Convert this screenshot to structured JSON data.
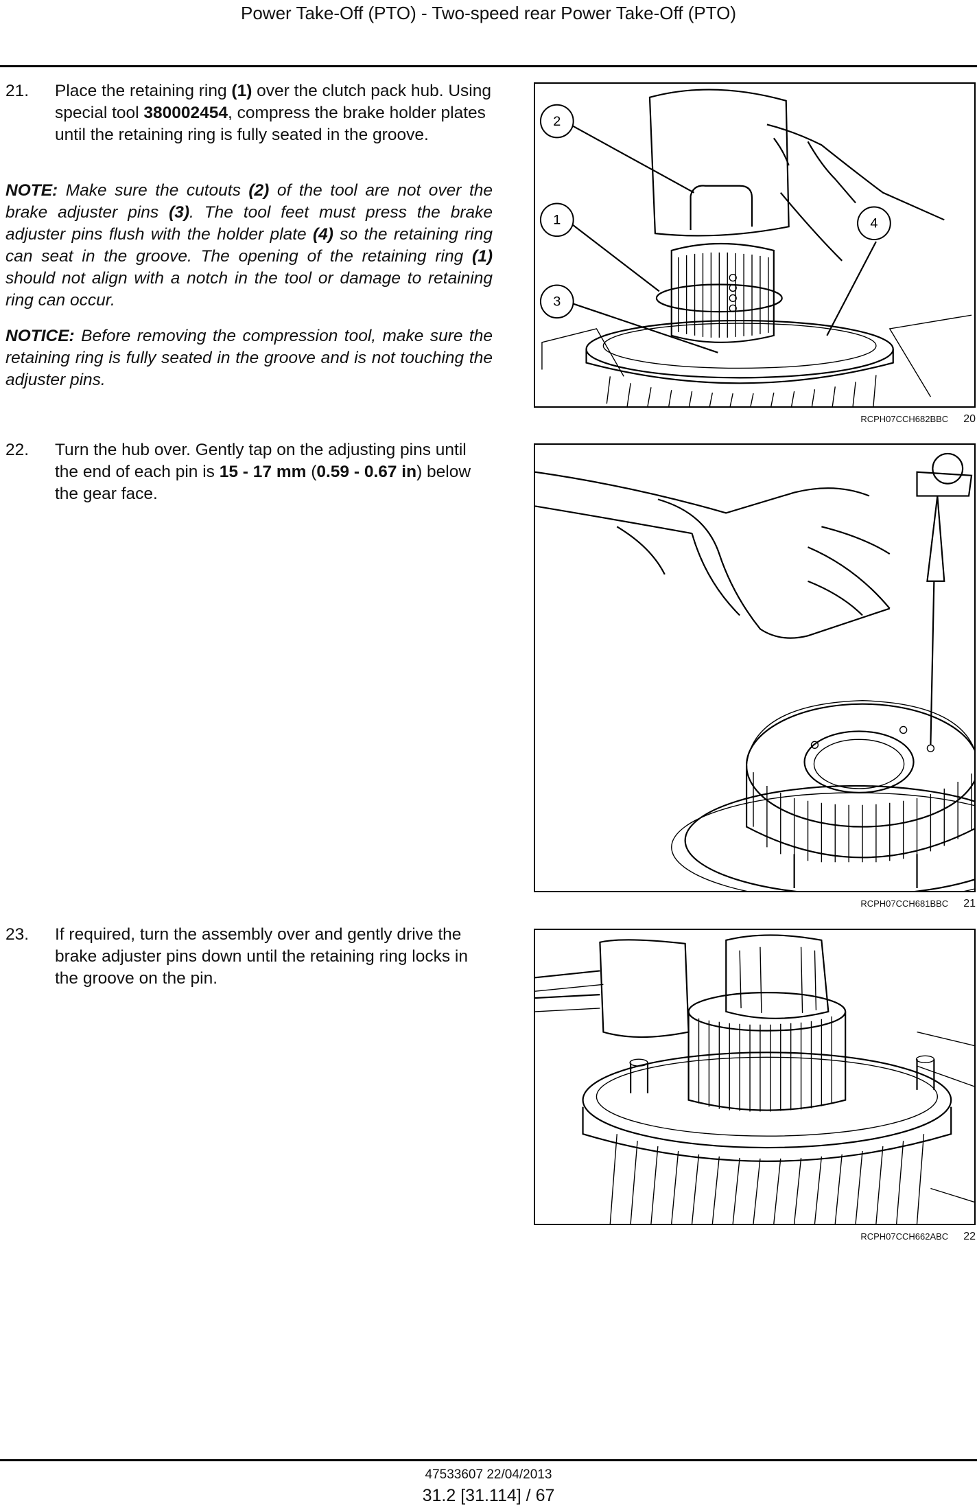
{
  "header": {
    "title": "Power Take-Off (PTO) - Two-speed rear Power Take-Off (PTO)"
  },
  "steps": [
    {
      "number": "21.",
      "text_a": "Place the retaining ring ",
      "ref_1": "(1)",
      "text_b": " over the clutch pack hub. Using special tool ",
      "tool": "380002454",
      "text_c": ", compress the brake holder plates until the retaining ring is fully seated in the groove.",
      "note": {
        "label": "NOTE:",
        "t1": " Make sure the cutouts ",
        "r2": "(2)",
        "t2": " of the tool are not over the brake adjuster pins ",
        "r3": "(3)",
        "t3": ". The tool feet must press the brake adjuster pins flush with the holder plate ",
        "r4": "(4)",
        "t4": " so the retaining ring can seat in the groove. The opening of the retaining ring ",
        "r1": "(1)",
        "t5": " should not align with a notch in the tool or damage to retaining ring can occur."
      },
      "notice": {
        "label": "NOTICE:",
        "text": " Before removing the compression tool, make sure the retaining ring is fully seated in the groove and is not touching the adjuster pins."
      },
      "figure": {
        "caption_code": "RCPH07CCH682BBC",
        "number": "20",
        "callouts": [
          "2",
          "1",
          "4",
          "3"
        ]
      }
    },
    {
      "number": "22.",
      "text_a": "Turn the hub over. Gently tap on the adjusting pins until the end of each pin is ",
      "spec_mm": "15 - 17 mm",
      "text_b": " (",
      "spec_in": "0.59 - 0.67 in",
      "text_c": ") below the gear face.",
      "figure": {
        "caption_code": "RCPH07CCH681BBC",
        "number": "21"
      }
    },
    {
      "number": "23.",
      "text": "If required, turn the assembly over and gently drive the brake adjuster pins down until the retaining ring locks in the groove on the pin.",
      "figure": {
        "caption_code": "RCPH07CCH662ABC",
        "number": "22"
      }
    }
  ],
  "footer": {
    "doc_id": "47533607 22/04/2013",
    "page_ref": "31.2 [31.114] / 67"
  }
}
